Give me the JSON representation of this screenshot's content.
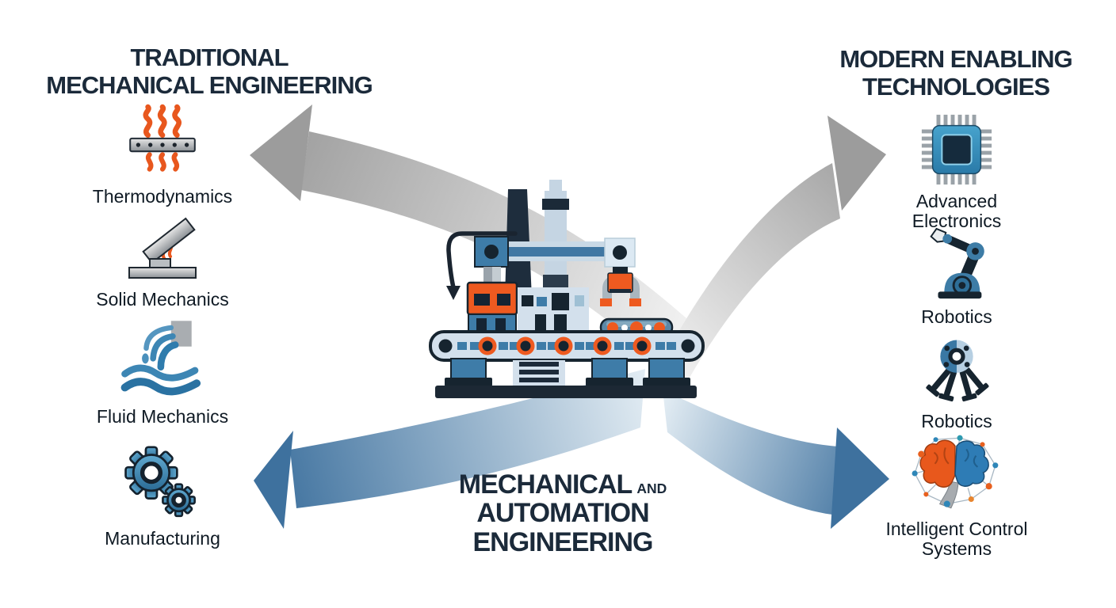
{
  "left_panel": {
    "title_lines": [
      "TRADITIONAL",
      "MECHANICAL ENGINEERING"
    ],
    "items": [
      {
        "icon": "thermodynamics-heat-icon",
        "label": "Thermodynamics"
      },
      {
        "icon": "solid-mechanics-beam-icon",
        "label": "Solid Mechanics"
      },
      {
        "icon": "fluid-mechanics-water-icon",
        "label": "Fluid Mechanics"
      },
      {
        "icon": "manufacturing-gears-icon",
        "label": "Manufacturing"
      }
    ]
  },
  "right_panel": {
    "title_lines": [
      "MODERN ENABLING",
      "TECHNOLOGIES"
    ],
    "items": [
      {
        "icon": "microchip-icon",
        "label": "Advanced Electronics"
      },
      {
        "icon": "robot-arm-icon",
        "label": "Robotics"
      },
      {
        "icon": "robot-hub-icon",
        "label": "Robotics"
      },
      {
        "icon": "brain-network-icon",
        "label": "Intelligent Control Systems"
      }
    ]
  },
  "center": {
    "heading_line1": "MECHANICAL",
    "heading_conjunction": "AND",
    "heading_line2": "AUTOMATION",
    "heading_line3": "ENGINEERING",
    "illustration": "factory-automation-scene"
  },
  "colors": {
    "heading_navy": "#1b2a3a",
    "label_dark": "#0f1a24",
    "accent_orange": "#ee5a20",
    "steel_blue": "#3e7ca8",
    "light_steel": "#cfdfeb",
    "arrow_gray": "#9c9c9c",
    "arrow_blue": "#3e719e",
    "background": "#ffffff"
  }
}
